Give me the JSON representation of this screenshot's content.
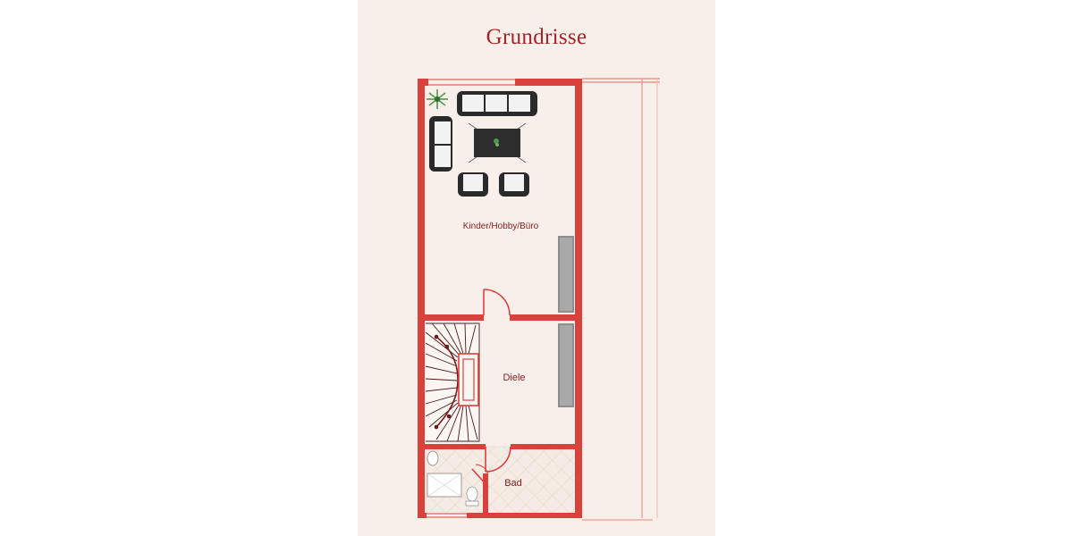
{
  "page_title": "Grundrisse",
  "rooms": {
    "living": "Kinder/Hobby/Büro",
    "hall": "Diele",
    "bath": "Bad"
  },
  "colors": {
    "wall": "#d9413c",
    "page_bg": "#f8efea",
    "title": "#a2242a",
    "label": "#8a1e24",
    "furniture": "#2a2a2a",
    "wardrobe": "#8e8e8e",
    "plant": "#4e9a4a"
  },
  "icons": [
    "plant-icon",
    "sofa-icon",
    "armchair-icon",
    "coffee-table-icon",
    "wardrobe-icon",
    "staircase-icon",
    "toilet-icon",
    "shower-icon",
    "door-icon"
  ]
}
